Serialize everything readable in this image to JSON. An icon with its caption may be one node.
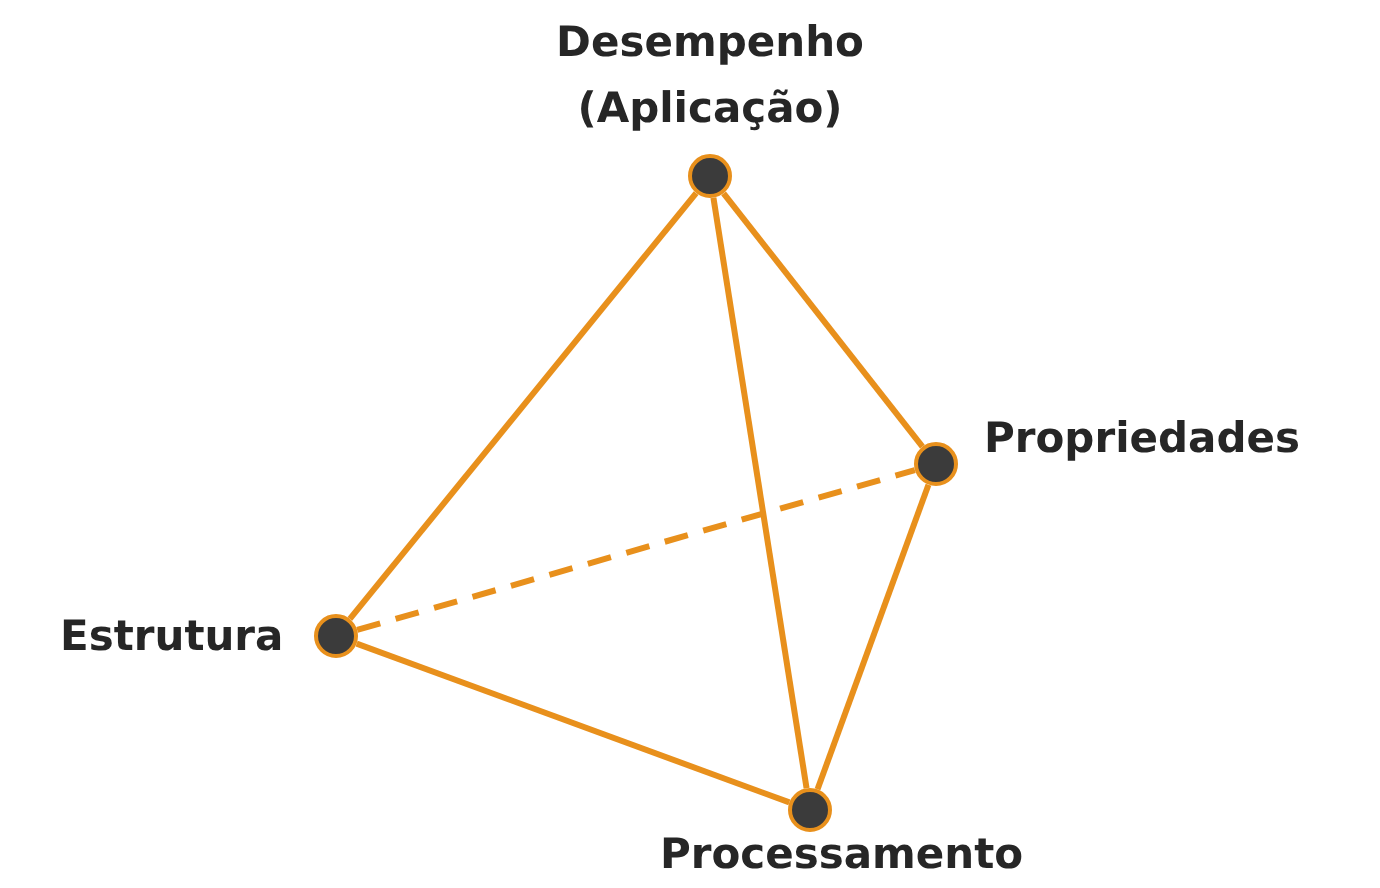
{
  "diagram": {
    "nodes": [
      {
        "text": [],
        "shape": "circle",
        "beside": [
          "Desempenho (Aplicação)"
        ]
      },
      {
        "text": [],
        "shape": "circle",
        "beside": [
          "Propriedades"
        ]
      },
      {
        "text": [],
        "shape": "circle",
        "beside": [
          "Estrutura"
        ]
      },
      {
        "text": [],
        "shape": "circle",
        "beside": [
          "Processamento"
        ]
      }
    ],
    "edges": [
      {
        "from": 0,
        "to": 2,
        "arrow": "none"
      },
      {
        "from": 0,
        "to": 1,
        "arrow": "none"
      },
      {
        "from": 0,
        "to": 3,
        "arrow": "none"
      },
      {
        "from": 1,
        "to": 3,
        "arrow": "none"
      },
      {
        "from": 2,
        "to": 3,
        "arrow": "none"
      },
      {
        "from": 2,
        "to": 1,
        "arrow": "none",
        "style": "dashed"
      }
    ]
  }
}
